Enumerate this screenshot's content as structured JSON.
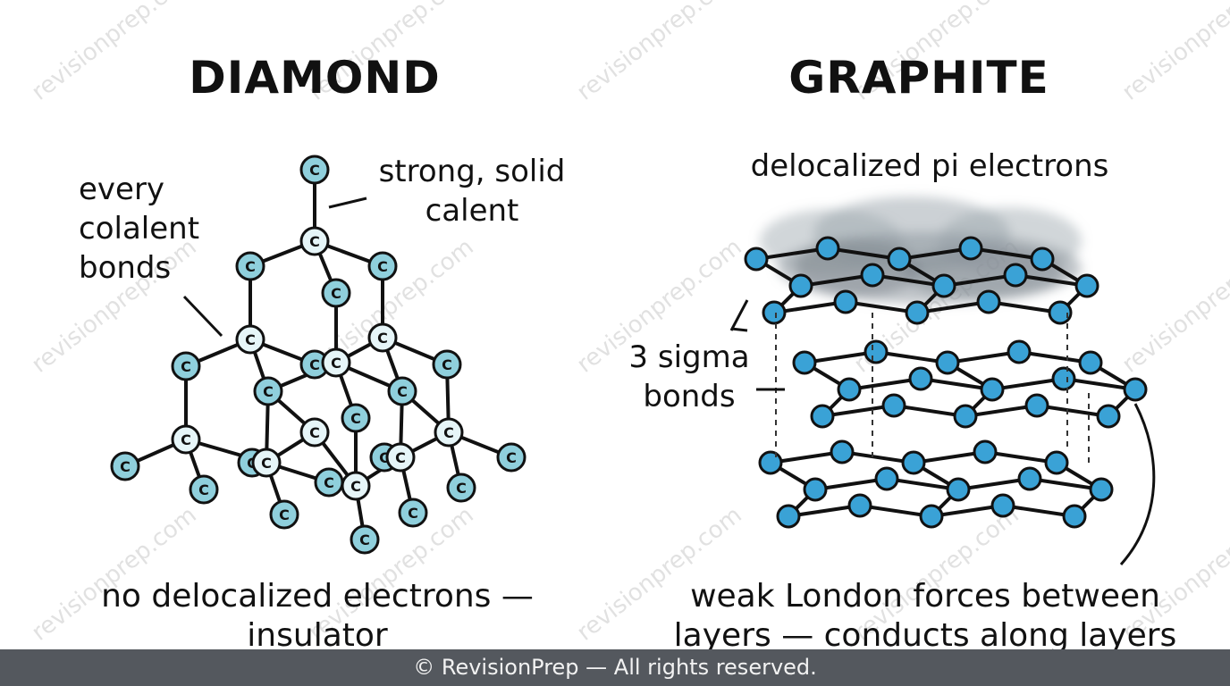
{
  "diamond": {
    "title": "DIAMOND",
    "label_bonds": "every\ncolalent\nbonds",
    "label_strong": "strong, solid\ncalent",
    "caption": "no delocalized electrons —\ninsulator",
    "atom_symbol": "C"
  },
  "graphite": {
    "title": "GRAPHITE",
    "label_pi": "delocalized pi electrons",
    "label_sigma": "3 sigma\nbonds",
    "caption": "weak London forces between\nlayers — conducts along layers"
  },
  "watermark": "revisionprep.com",
  "footer": "© RevisionPrep — All rights reserved.",
  "colors": {
    "atom_fill": "#8fcfdc",
    "atom_fill_light": "#e6f5f8",
    "graphite_atom": "#3aa2d6",
    "cloud": "#9aa3ab",
    "footer_bg": "#54585e"
  }
}
